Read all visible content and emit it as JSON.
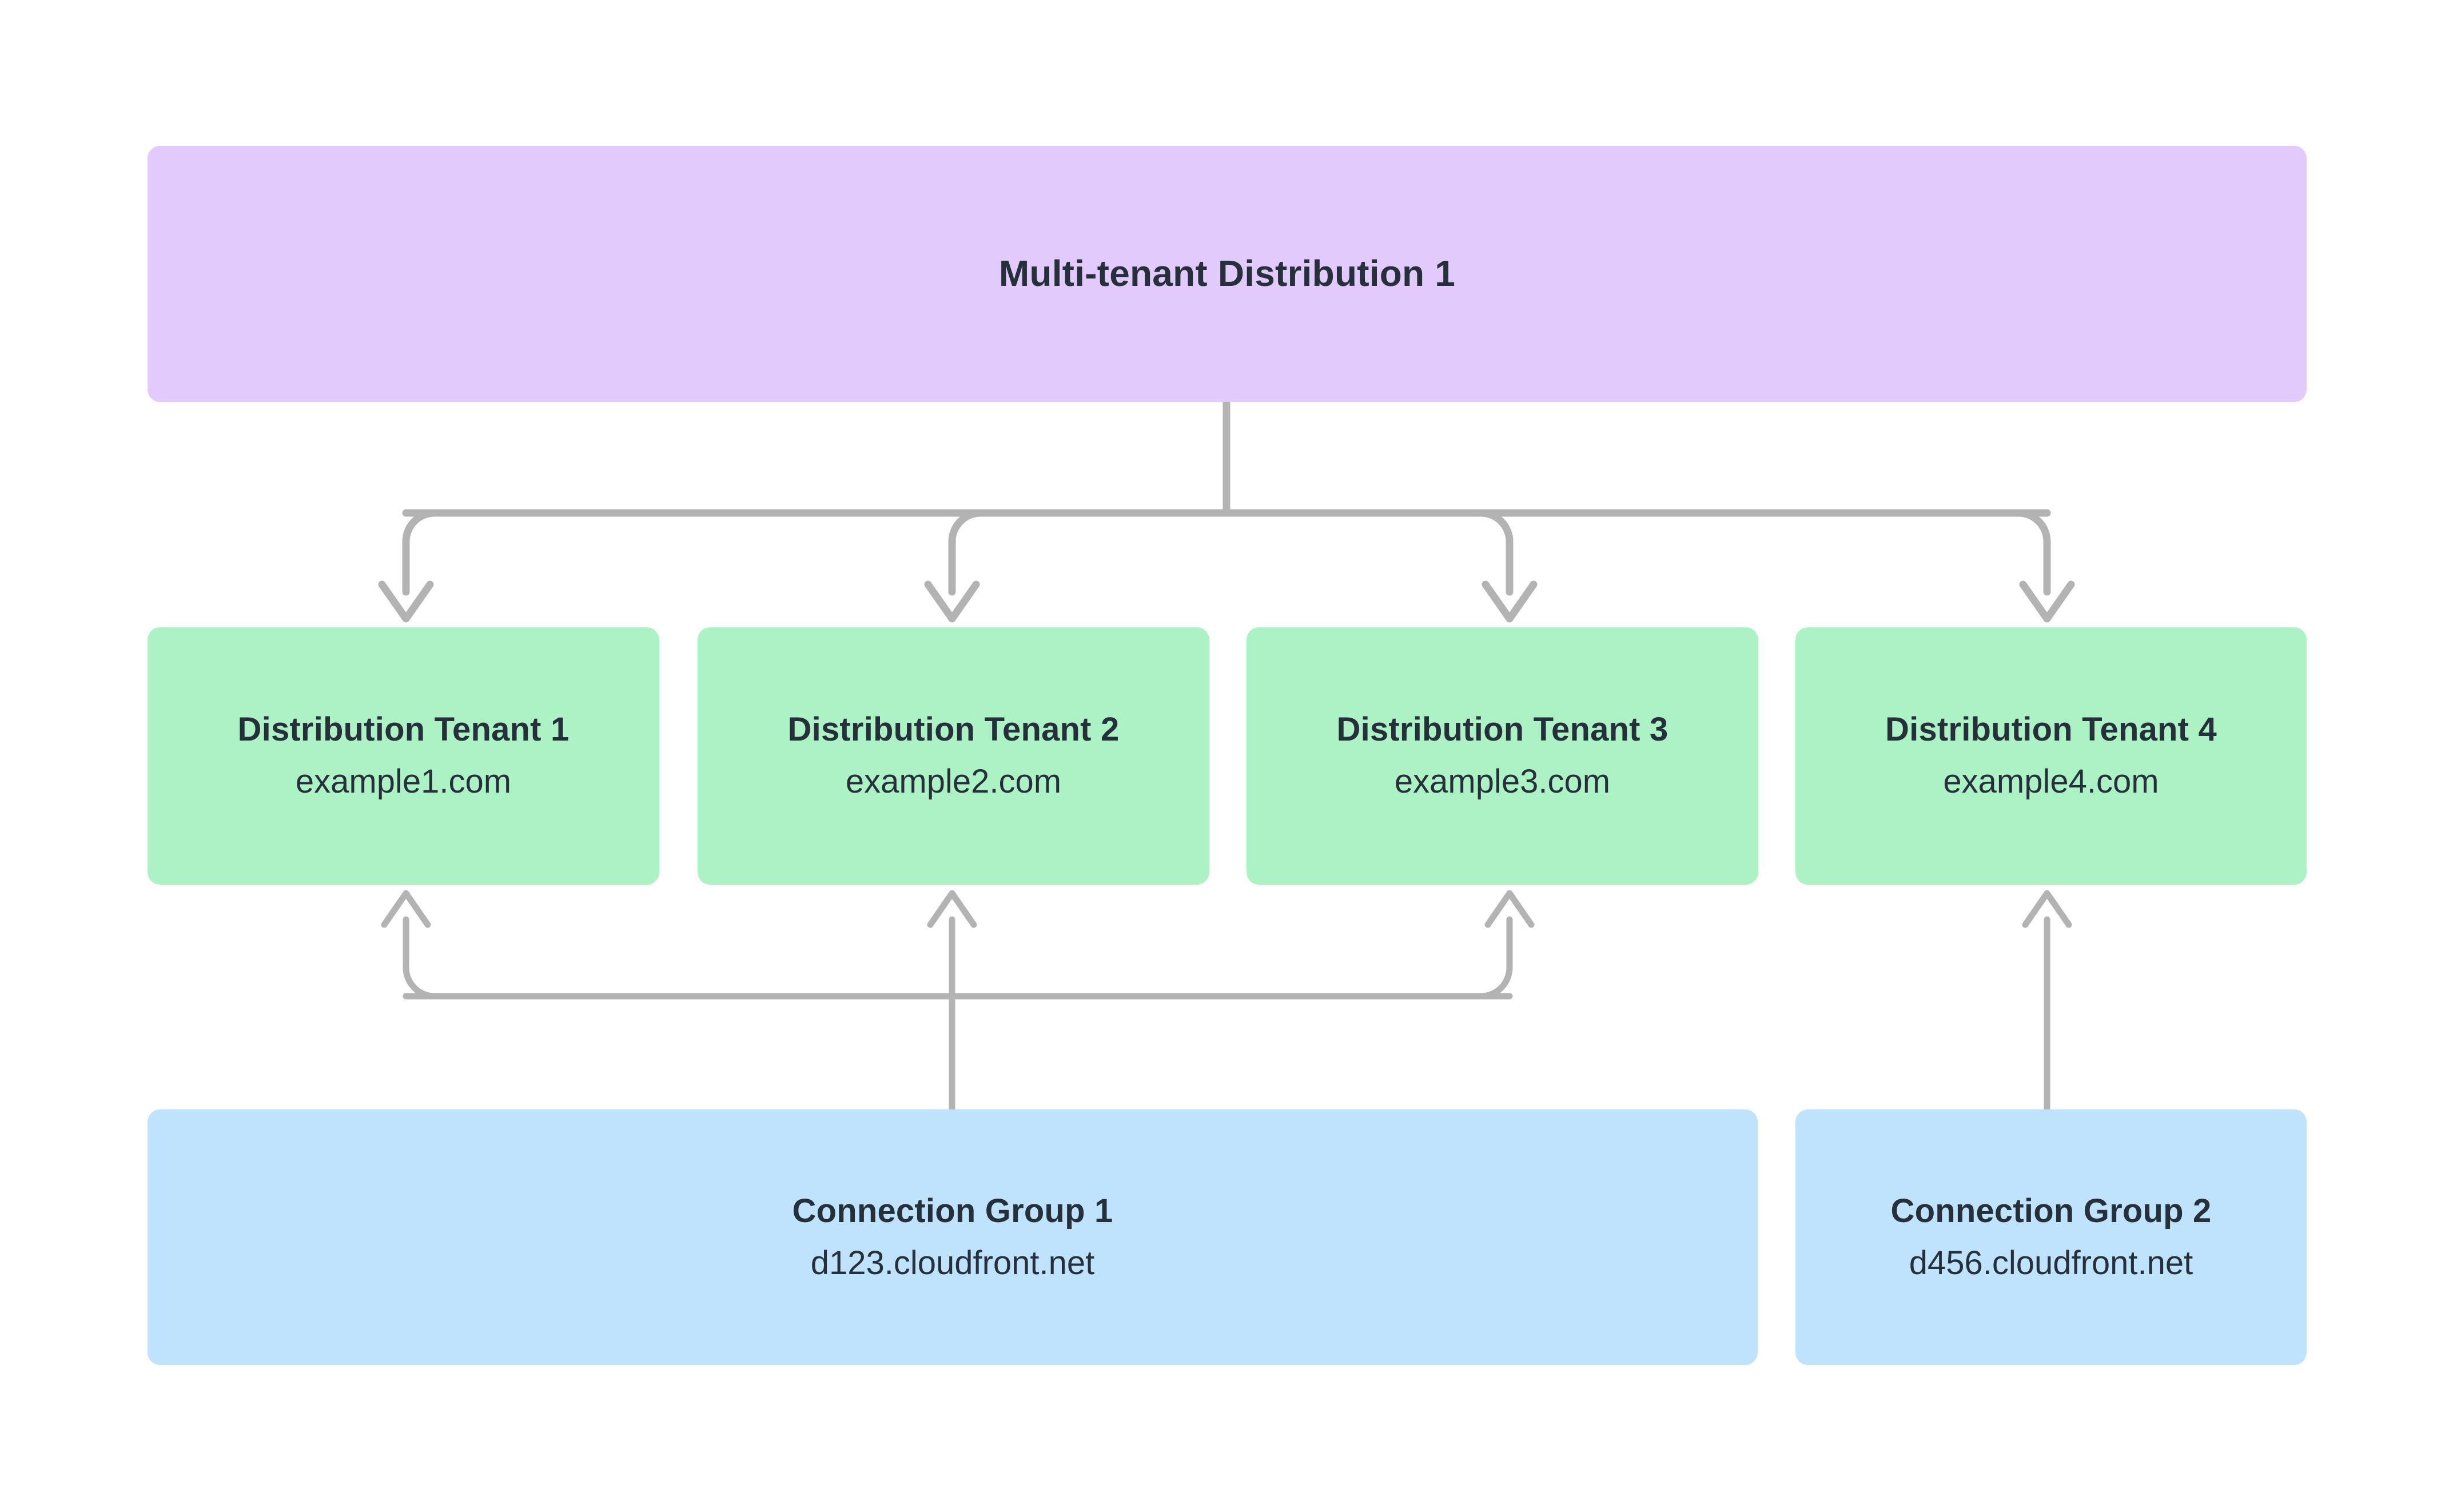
{
  "diagram": {
    "type": "hierarchy-flow",
    "background_color": "#ffffff",
    "edge_color": "#b3b3b3"
  },
  "root": {
    "label": "Multi-tenant Distribution 1",
    "color": "#e2cafc"
  },
  "tenants": {
    "color": "#adf2c4",
    "items": [
      {
        "title": "Distribution Tenant 1",
        "domain": "example1.com"
      },
      {
        "title": "Distribution Tenant 2",
        "domain": "example2.com"
      },
      {
        "title": "Distribution Tenant 3",
        "domain": "example3.com"
      },
      {
        "title": "Distribution Tenant 4",
        "domain": "example4.com"
      }
    ]
  },
  "connection_groups": {
    "color": "#bfe2fd",
    "items": [
      {
        "title": "Connection Group 1",
        "domain": "d123.cloudfront.net"
      },
      {
        "title": "Connection Group 2",
        "domain": "d456.cloudfront.net"
      }
    ]
  },
  "edges": [
    {
      "from": "Multi-tenant Distribution 1",
      "to": "Distribution Tenant 1",
      "direction": "down"
    },
    {
      "from": "Multi-tenant Distribution 1",
      "to": "Distribution Tenant 2",
      "direction": "down"
    },
    {
      "from": "Multi-tenant Distribution 1",
      "to": "Distribution Tenant 3",
      "direction": "down"
    },
    {
      "from": "Multi-tenant Distribution 1",
      "to": "Distribution Tenant 4",
      "direction": "down"
    },
    {
      "from": "Connection Group 1",
      "to": "Distribution Tenant 1",
      "direction": "up"
    },
    {
      "from": "Connection Group 1",
      "to": "Distribution Tenant 2",
      "direction": "up"
    },
    {
      "from": "Connection Group 1",
      "to": "Distribution Tenant 3",
      "direction": "up"
    },
    {
      "from": "Connection Group 2",
      "to": "Distribution Tenant 4",
      "direction": "up"
    }
  ]
}
